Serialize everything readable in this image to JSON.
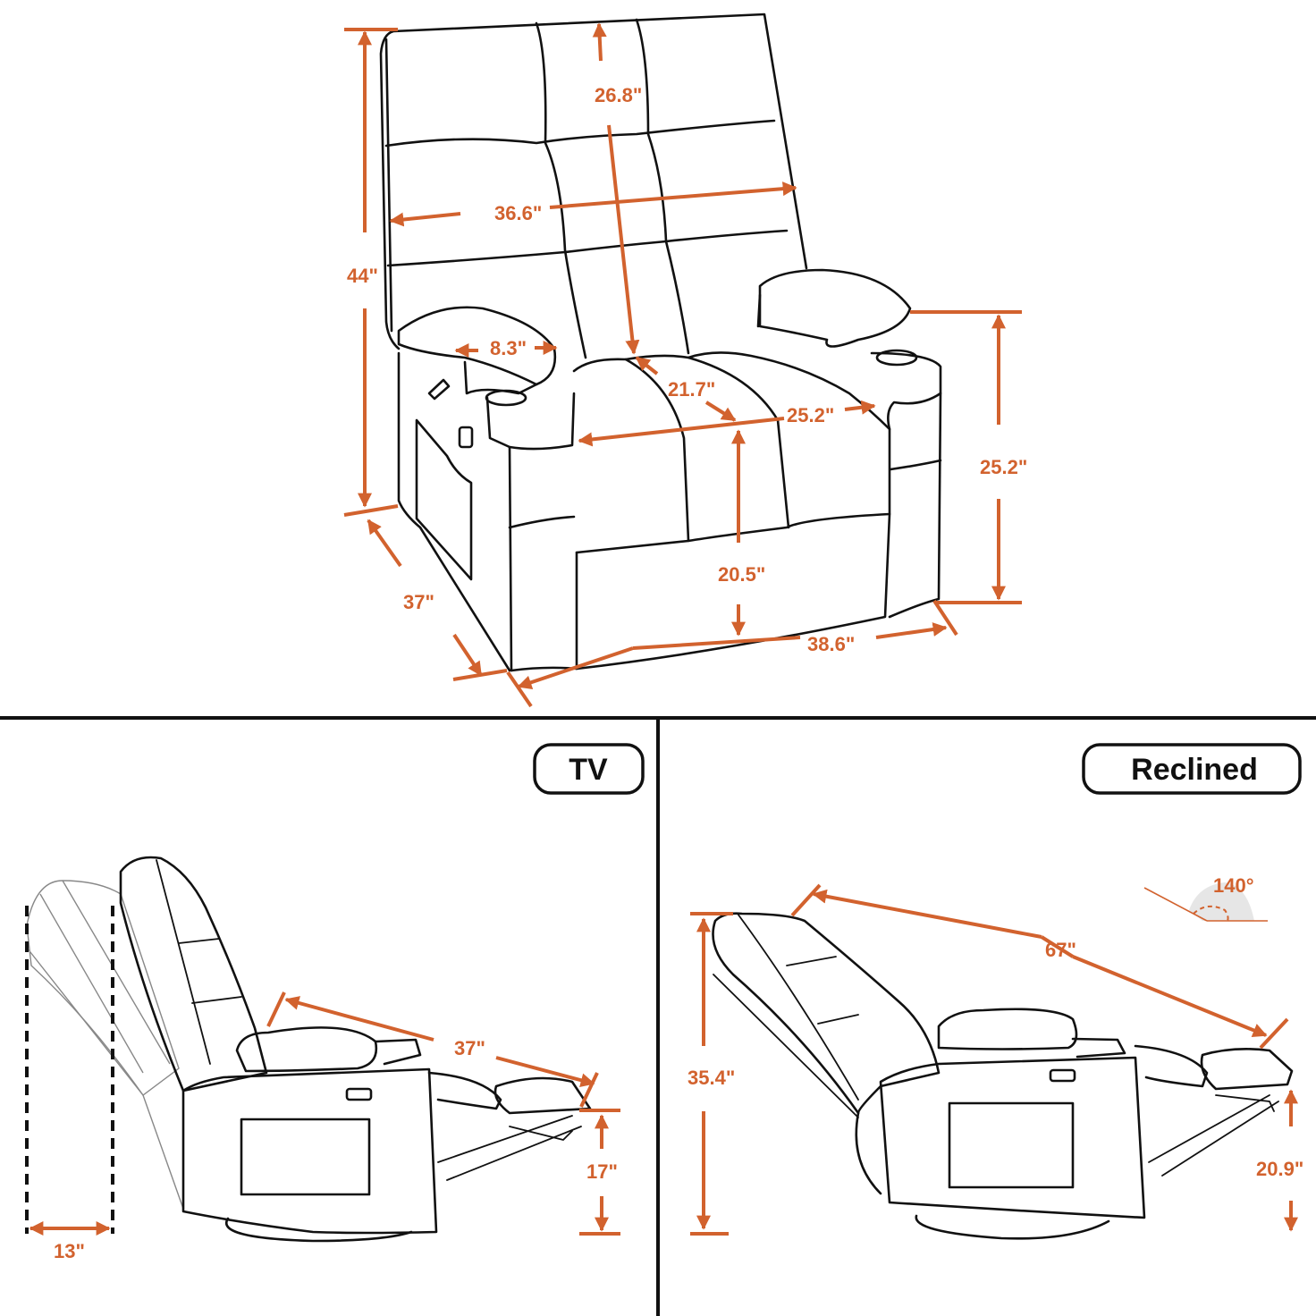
{
  "accent_color": "#d2622e",
  "front_view": {
    "dimensions": {
      "overall_height": "44\"",
      "back_height": "26.8\"",
      "back_width": "36.6\"",
      "armrest_width": "8.3\"",
      "seat_depth": "21.7\"",
      "seat_width": "25.2\"",
      "arm_height": "25.2\"",
      "seat_height": "20.5\"",
      "overall_depth": "37\"",
      "overall_width": "38.6\""
    }
  },
  "tv_view": {
    "label": "TV",
    "dimensions": {
      "wall_clearance": "13\"",
      "seat_to_footrest": "37\"",
      "footrest_height": "17\""
    }
  },
  "reclined_view": {
    "label": "Reclined",
    "dimensions": {
      "recline_angle": "140°",
      "reclined_length": "67\"",
      "reclined_height": "35.4\"",
      "footrest_height": "20.9\""
    }
  }
}
